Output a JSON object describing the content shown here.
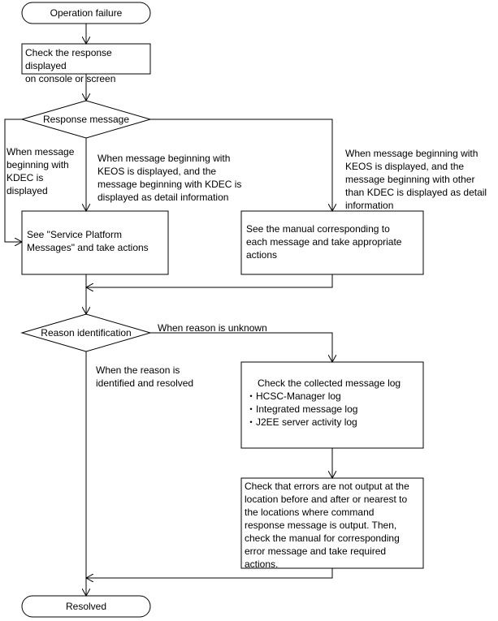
{
  "start": "Operation failure",
  "check_response": "Check the response displayed\non console or screen",
  "decision_response": "Response message",
  "branch_kdec": "When message\nbeginning with\nKDEC is\ndisplayed",
  "branch_keos_kdec": "When message beginning with\nKEOS is displayed, and the\nmessage beginning with KDEC is\ndisplayed as detail information",
  "branch_keos_other": "When message beginning with\nKEOS is displayed, and the\nmessage beginning with other\nthan KDEC is displayed as detail\ninformation",
  "see_platform": "See \"Service Platform\nMessages\" and take actions",
  "see_manual": "See the manual corresponding to\neach message and take appropriate\nactions",
  "decision_reason": "Reason identification",
  "reason_unknown": "When reason is unknown",
  "reason_resolved": "When the reason is\nidentified and resolved",
  "log_title": "Check the collected message log",
  "log_items": [
    "・HCSC-Manager log",
    "・Integrated message log",
    "・J2EE server activity log"
  ],
  "check_errors": "Check that errors are not output at the\nlocation before and after or nearest to\nthe locations where command\nresponse message is output. Then,\ncheck the manual for corresponding\nerror message and take required\nactions.",
  "end": "Resolved"
}
